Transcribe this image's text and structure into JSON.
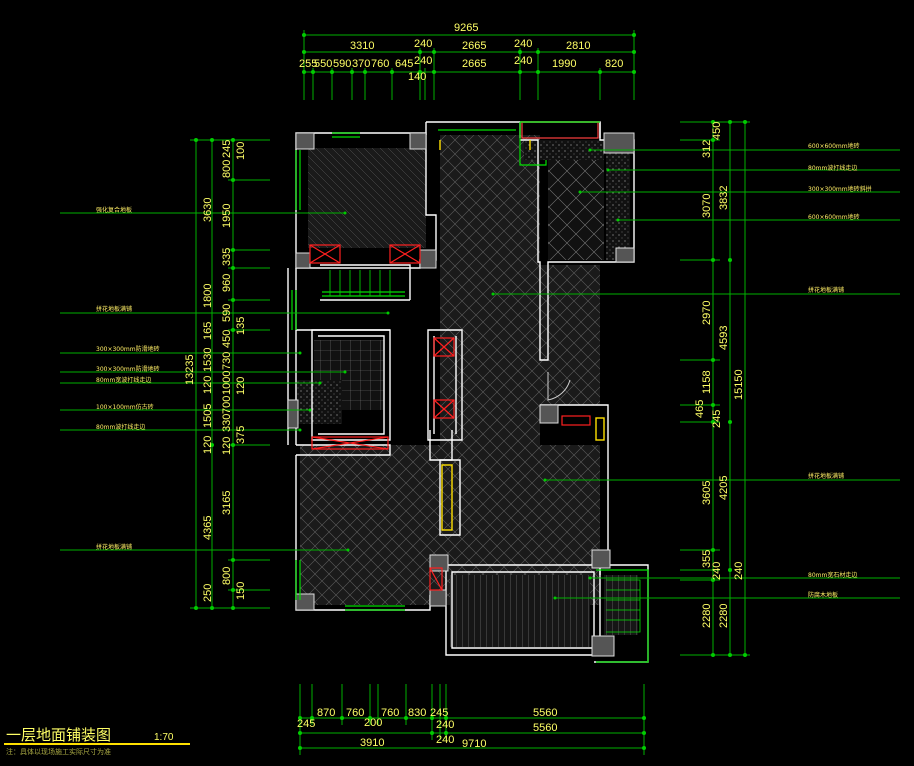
{
  "drawing": {
    "title": "一层地面铺装图",
    "scale": "1:70",
    "note": "注：具体以现场施工实际尺寸为准"
  },
  "dimensions": {
    "top_total": "9265",
    "top_row1": [
      "3310",
      "240",
      "2665",
      "240",
      "2810"
    ],
    "top_row2": [
      "255",
      "550",
      "590",
      "370",
      "760",
      "645",
      "240",
      "140",
      "2665",
      "240",
      "1990",
      "820"
    ],
    "bottom_row1": [
      "245",
      "870",
      "760",
      "200",
      "760",
      "830",
      "245"
    ],
    "bottom_row2": [
      "240",
      "5560",
      "5560",
      "3910",
      "240"
    ],
    "bottom_total": "9710",
    "left_outer": "13235",
    "left_inner": [
      "245",
      "100",
      "800",
      "3630",
      "1950",
      "335",
      "960",
      "1800",
      "590",
      "165",
      "135",
      "450",
      "1530",
      "730",
      "120",
      "1000",
      "120",
      "700",
      "1505",
      "330",
      "375",
      "120",
      "120",
      "3165",
      "4365",
      "800",
      "250",
      "150"
    ],
    "right_inner": [
      "312",
      "450",
      "3070",
      "3832",
      "2970",
      "4593",
      "1158",
      "465",
      "245",
      "3605",
      "4205",
      "355",
      "240",
      "240",
      "2280",
      "2280"
    ],
    "right_outer": "15150"
  },
  "annotations_left": [
    "强化复合地板",
    "拼花地板满铺",
    "300×300mm防滑地砖",
    "300×300mm防滑地砖",
    "80mm宽波打线走边",
    "100×100mm仿古砖",
    "80mm波打线走边",
    "拼花地板满铺"
  ],
  "annotations_right": [
    "600×600mm地砖",
    "80mm波打线走边",
    "300×300mm地砖斜拼",
    "600×600mm地砖",
    "拼花地板满铺",
    "拼花地板满铺",
    "80mm宽石材走边",
    "防腐木地板"
  ]
}
